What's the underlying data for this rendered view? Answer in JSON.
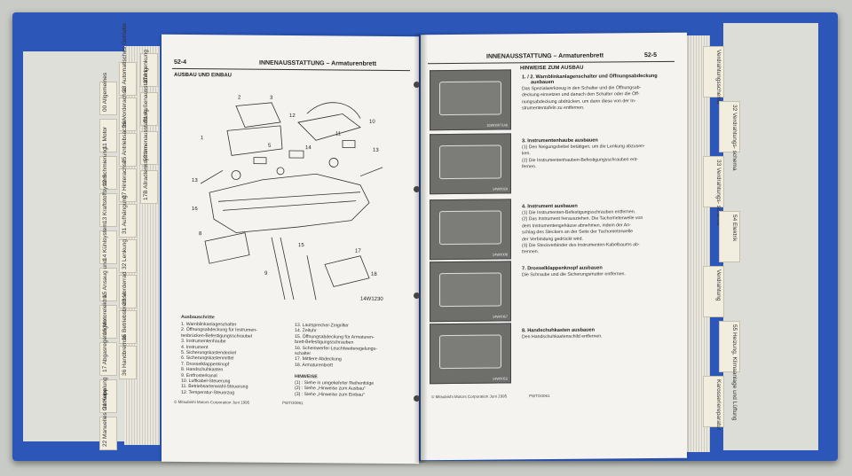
{
  "left_page": {
    "page_number": "52-4",
    "header_title": "INNENAUSSTATTUNG – Armaturenbrett",
    "section_title": "AUSBAU UND EINBAU",
    "figure_code": "14W1230",
    "steps_heading": "Ausbauschritte",
    "steps_left": [
      "1. Warnblinkanlageschalter",
      "2. Öffnungsabdeckung für Instrumen-",
      "tenbrücken-Befestigungsschraubel",
      "3. Instrumentenhaube",
      "4. Instrument",
      "5. Sicherungskastendeckel",
      "6. Sicherungskastenmittel",
      "7. Drosselklappenknopf",
      "8. Handschuhkasten",
      "9. Entfrosterkanal",
      "10. Luftkabel-Steuerung",
      "11. Betriebsartenwahl-Steuerung",
      "12. Temperatur-Steuerzug"
    ],
    "steps_right": [
      "13. Lautsprecher-Zeigrilter",
      "14. Zeituhr",
      "15. Öffnungsabdeckung für Armaturen-",
      "brett-Befestigungsschrauben",
      "16. Scheinwerfer-Leuchtweiteregelungs-",
      "schalter",
      "17. Mittlere Abdeckung",
      "18. Armaturenbrett"
    ],
    "notes_heading": "HINWEISE",
    "notes": [
      "(1) : Siehe in umgekehrter Reihenfolge",
      "(2) : Siehe „Hinweise zum Ausbau“",
      "(3) : Siehe „Hinweise zum Einbau“"
    ],
    "footer_left": "© Mitsubishi Motors Corporation   Juni 1995",
    "footer_right": "PWTG0061"
  },
  "right_page": {
    "page_number": "52-5",
    "header_title": "INNENAUSSTATTUNG – Armaturenbrett",
    "section_title": "HINWEISE ZUM AUSBAU",
    "photo_codes": [
      "16W0007146",
      "14W0029",
      "14W0008",
      "14W0067",
      "14W0052"
    ],
    "steps": [
      {
        "title": "1. / 2. Warnblinkanlagenschalter und Öffnungsabdeckung",
        "title2": "ausbauen",
        "lines": [
          "Das Spezialwerkzeug in den Schalter und die Öffnungsab-",
          "deckung einsetzen und danach den Schalter oder die Öff-",
          "nungsabdeckung abdrücken, um dann diese von der In-",
          "strumententafeln zu entfernen."
        ]
      },
      {
        "title": "3. Instrumentenhaube ausbauen",
        "title2": "",
        "lines": [
          "(1) Den Neigungshebel betätigen, um die Lenkung abzusen-",
          "ken.",
          "(2) Die Instrumentenhauben-Befestigungsschrauben ent-",
          "fernen."
        ]
      },
      {
        "title": "4. Instrument ausbauen",
        "title2": "",
        "lines": [
          "(1) Die Instrumenten-Befestigungsschrauben entfernen.",
          "(2) Das Instrument herausziehen. Die Tachometerwelle von",
          "dem Instrumentengehäuse abnehmen, indem der An-",
          "schlag des Steckers an der Seite der Tachometerwelle",
          "der Verbindung gedrückt wird.",
          "(3) Die Steckverbinder des Instrumenten-Kabelbaums ab-",
          "trennen."
        ]
      },
      {
        "title": "7. Drosselklappenknopf ausbauen",
        "title2": "",
        "lines": [
          "Die Schraube und die Sicherungsmutter entfernen."
        ]
      },
      {
        "title": "8. Handschuhkasten ausbauen",
        "title2": "",
        "lines": [
          "Den Handschuhkastenschild entfernen."
        ]
      }
    ],
    "footer_left": "© Mitsubishi Motors Corporation   Juni 1995",
    "footer_right": "PWTG0061"
  },
  "left_tabs": [
    "00 Allgemeines",
    "11 Motor",
    "12 Schmierung",
    "13 Kraftstoffsystem",
    "14 Kühlsystem",
    "15 Ansaug und",
    "16 Motorelektrik",
    "17 Abgasregelungen",
    "21 Kupplung",
    "22 Manuelles Getriebe",
    "23 Automatisches Getriebe",
    "26 Vorderachse",
    "25 Antriebsachse",
    "27 Hinterachse",
    "31 Aufhängung",
    "32 Lenkung",
    "33 Vorderrad",
    "35 Betriebsbremse",
    "36 Handbremse",
    "37A Lenkung",
    "51 Außenausstattung",
    "52 Innenausstattung",
    "17B Allradlenksystem"
  ],
  "right_tabs": [
    "Verdrahtungsschema",
    "32 Verdrahtungs- schema",
    "33 Verdrahtungs- schema",
    "54 Elektrik",
    "Verdrahtung",
    "55 Heizung, Klimaanlage und Lüftung",
    "Karosseriereparatur"
  ],
  "colors": {
    "binder": "#2c56b8",
    "page": "#f4f3ef",
    "tab": "#f2eedf"
  }
}
